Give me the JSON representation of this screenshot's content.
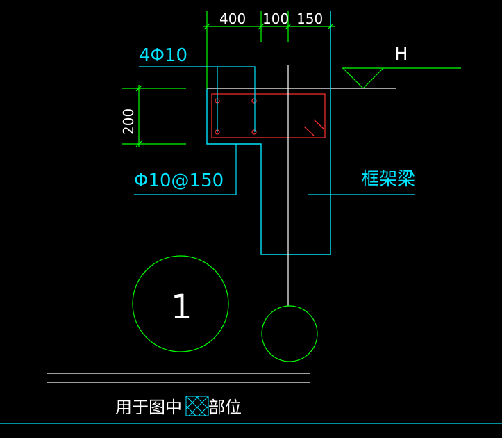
{
  "drawing": {
    "dimensions_top": {
      "d1": "400",
      "d2": "100",
      "d3": "150"
    },
    "dimension_left": "200",
    "rebar_top_label": "4Φ10",
    "stirrup_label": "Φ10@150",
    "level_mark": "H",
    "beam_label": "框架梁",
    "detail_number": "1",
    "footer": {
      "used_in_text": "用于图中",
      "location_text": "部位"
    },
    "colors": {
      "background": "#000000",
      "dimension_lines": "#00ff00",
      "outline": "#00e5ff",
      "section_box": "#ff0000",
      "text_white": "#ffffff",
      "text_cyan": "#00e5ff"
    }
  }
}
